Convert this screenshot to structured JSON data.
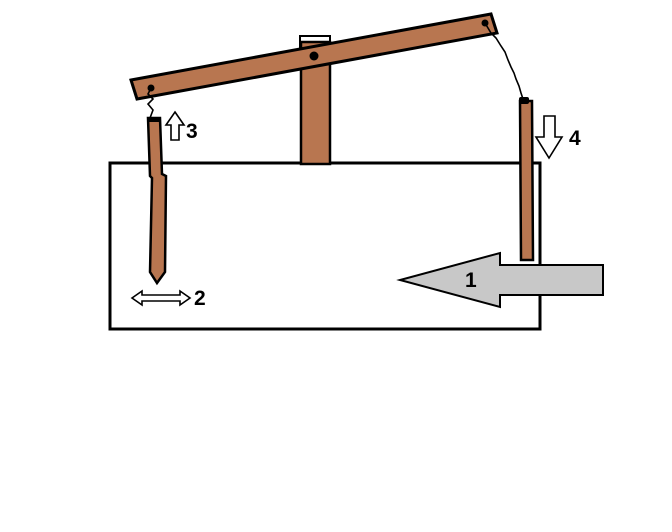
{
  "labels": {
    "arrow_1": "1",
    "arrow_2": "2",
    "arrow_3": "3",
    "arrow_4": "4"
  },
  "colors": {
    "wood": "#b87650",
    "outline": "#000000",
    "big_arrow_fill": "#c8c8c8",
    "background": "#ffffff"
  }
}
